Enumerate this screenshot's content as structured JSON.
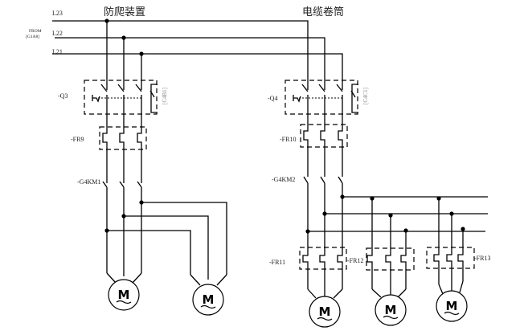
{
  "diagram": {
    "type": "electrical-schematic",
    "sections": [
      {
        "title": "防爬装置",
        "breaker": "-Q3",
        "breaker_ref": "[C4B1]",
        "overload": "-FR9",
        "contactor": "-G4KM1",
        "motors": [
          "M",
          "M"
        ]
      },
      {
        "title": "电缆卷筒",
        "breaker": "-Q4",
        "breaker_ref": "[C4C1]",
        "overload": "-FR10",
        "contactor": "-G4KM2",
        "motors": [
          "M",
          "M",
          "M"
        ],
        "motor_overloads": [
          "-FR11",
          "-FR12",
          "-FR13"
        ]
      }
    ],
    "bus_lines": [
      "L23",
      "L22",
      "L21"
    ],
    "source_label": "FROM",
    "source_ref": "[G1A8]",
    "motor_symbol": "M"
  }
}
